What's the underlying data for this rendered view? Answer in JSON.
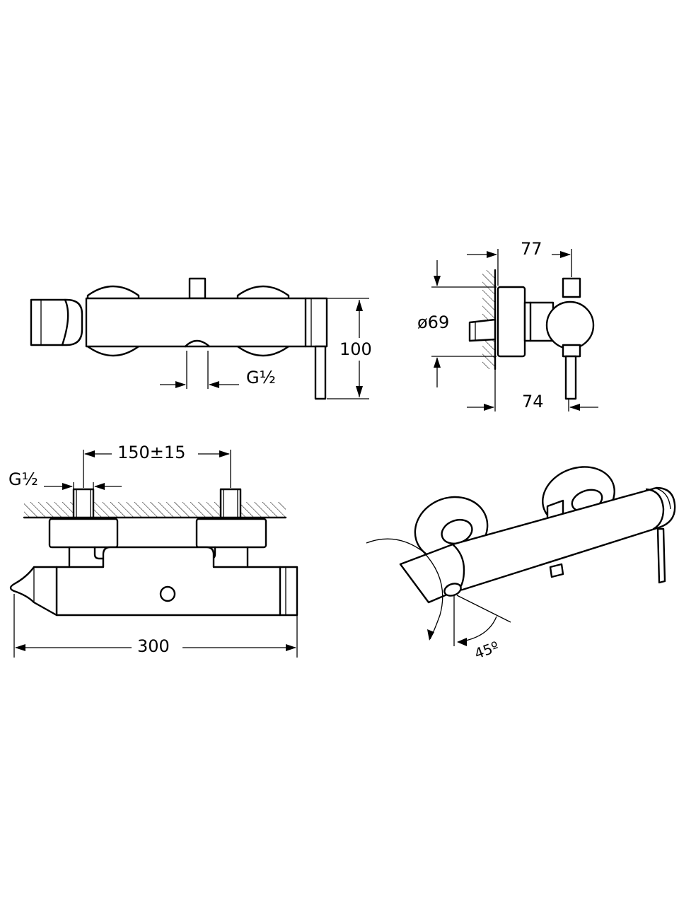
{
  "dimensions": {
    "front_height": "100",
    "front_thread": "G½",
    "side_depth_top": "77",
    "side_diameter": "ø69",
    "side_depth_bottom": "74",
    "rear_spacing": "150±15",
    "rear_thread": "G½",
    "rear_width": "300",
    "iso_angle": "45º"
  },
  "colors": {
    "line": "#000000",
    "background": "#ffffff"
  }
}
